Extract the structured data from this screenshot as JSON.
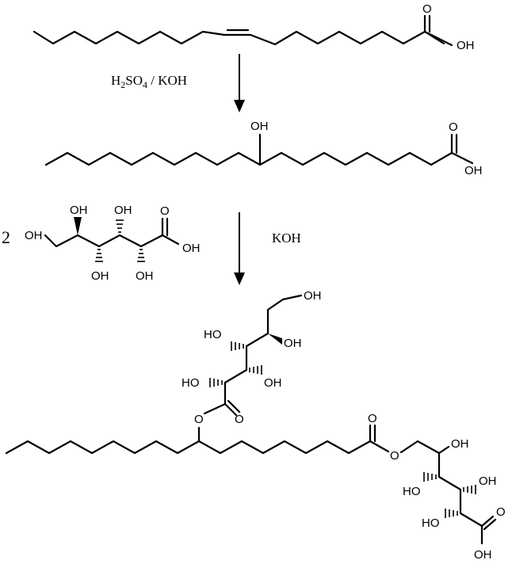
{
  "atoms": {
    "oh": "OH",
    "ho": "HO",
    "o": "O"
  },
  "reagents": {
    "step1": {
      "h": "H",
      "h_sub": "2",
      "so": "SO",
      "so_sub": "4",
      "rest": " / KOH"
    },
    "step2": "KOH"
  },
  "stoich": {
    "gluconic_acid": "2"
  }
}
